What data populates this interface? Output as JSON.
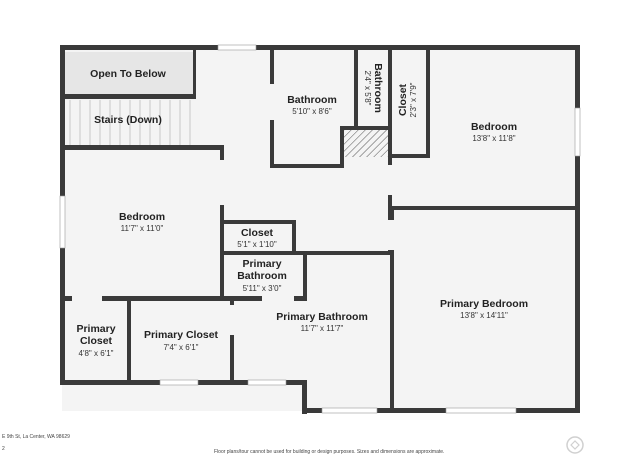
{
  "rooms": {
    "open_to_below": {
      "name": "Open To Below"
    },
    "stairs": {
      "name": "Stairs (Down)"
    },
    "bathroom_small": {
      "name": "Bathroom",
      "dims": "5'10\" x 8'6\""
    },
    "bathroom_vertical": {
      "name": "Bathroom",
      "dims": "2'4\" x 5'8\""
    },
    "closet_vertical": {
      "name": "Closet",
      "dims": "2'3\" x 7'9\""
    },
    "bedroom_right": {
      "name": "Bedroom",
      "dims": "13'8\" x 11'8\""
    },
    "bedroom_left": {
      "name": "Bedroom",
      "dims": "11'7\" x 11'0\""
    },
    "closet_small": {
      "name": "Closet",
      "dims": "5'1\" x 1'10\""
    },
    "primary_bathroom_small": {
      "name_line1": "Primary",
      "name_line2": "Bathroom",
      "dims": "5'11\" x 3'0\""
    },
    "primary_bedroom": {
      "name": "Primary Bedroom",
      "dims": "13'8\" x 14'11\""
    },
    "primary_closet_left": {
      "name_line1": "Primary",
      "name_line2": "Closet",
      "dims": "4'8\" x 6'1\""
    },
    "primary_closet": {
      "name": "Primary Closet",
      "dims": "7'4\" x 6'1\""
    },
    "primary_bathroom": {
      "name": "Primary Bathroom",
      "dims": "11'7\" x 11'7\""
    }
  },
  "footer": {
    "address": "E 9th St, La Center, WA 98629",
    "page_number": "2",
    "disclaimer": "Floor plans/tour cannot be used for building or design purposes. Sizes and dimensions are approximate."
  },
  "colors": {
    "wall": "#3a3a3a",
    "floor": "#f4f4f4",
    "open_area": "#e6e6e6"
  }
}
